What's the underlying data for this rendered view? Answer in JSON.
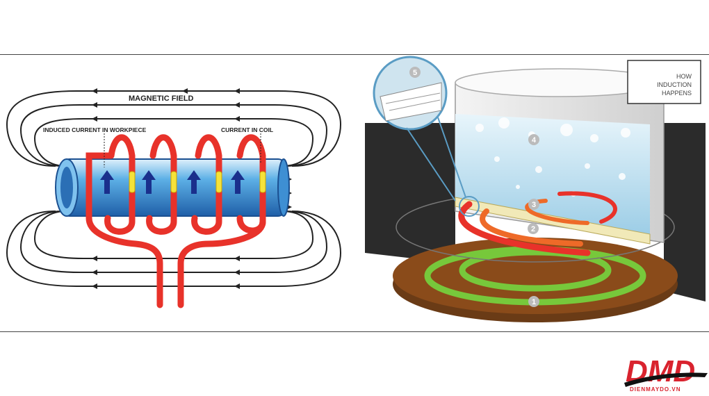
{
  "left_diagram": {
    "magnetic_field_label": "MAGNETIC FIELD",
    "induced_current_label": "INDUCED CURRENT IN WORKPIECE",
    "current_in_coil_label": "CURRENT IN COIL"
  },
  "right_diagram": {
    "caption_lines": [
      "HOW",
      "INDUCTION",
      "HAPPENS"
    ],
    "markers": [
      "1",
      "2",
      "3",
      "4",
      "5"
    ]
  },
  "logo": {
    "letters": "DMD",
    "domain": "DIENMAYDO.VN"
  },
  "colors": {
    "coil": "#e8322a",
    "workpiece": "#4aa3e0",
    "current_arrow": "#1a2f8c",
    "coil_current": "#f5e23a",
    "field_lines": "#222222",
    "brand": "#d9232e"
  }
}
